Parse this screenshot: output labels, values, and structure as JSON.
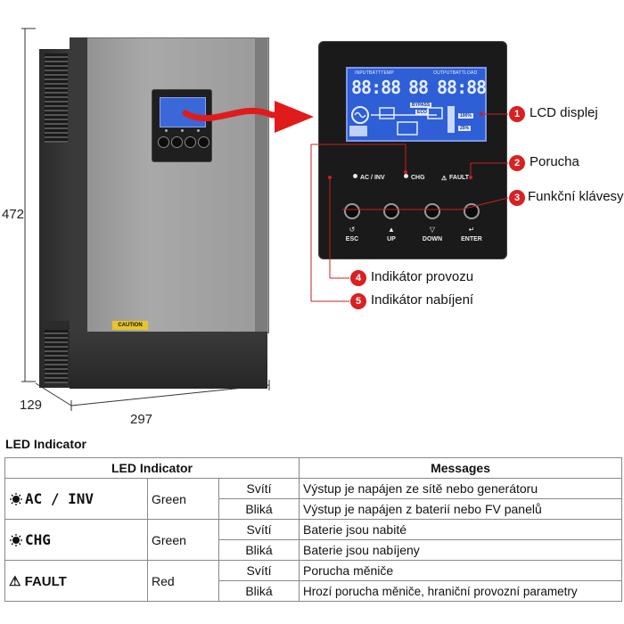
{
  "dimensions": {
    "height": "472",
    "depth": "129",
    "width": "297"
  },
  "device": {
    "caution_label": "CAUTION"
  },
  "lcd": {
    "header_left": "INPUTBATTTEMP",
    "header_right": "OUTPUTBATTLOAD",
    "digits_left": "88:88",
    "digits_mid": "88",
    "digits_right": "88:88",
    "tag_bypass": "BYPASS",
    "tag_eco": "ECO",
    "tag_percent_top": "100%",
    "tag_percent_bottom": "25%"
  },
  "panel": {
    "led_ac_inv": "AC / INV",
    "led_chg": "CHG",
    "led_fault": "FAULT",
    "keys": [
      {
        "symbol": "↺",
        "label": "ESC"
      },
      {
        "symbol": "▲",
        "label": "UP"
      },
      {
        "symbol": "▽",
        "label": "DOWN"
      },
      {
        "symbol": "↵",
        "label": "ENTER"
      }
    ]
  },
  "callouts": [
    {
      "num": "1",
      "text": "LCD displej"
    },
    {
      "num": "2",
      "text": "Porucha"
    },
    {
      "num": "3",
      "text": "Funkční klávesy"
    },
    {
      "num": "4",
      "text": "Indikátor provozu"
    },
    {
      "num": "5",
      "text": "Indikátor nabíjení"
    }
  ],
  "table": {
    "section_title": "LED Indicator",
    "header_indicator": "LED Indicator",
    "header_messages": "Messages",
    "rows": [
      {
        "indicator": "AC / INV",
        "color": "Green",
        "states": [
          {
            "state": "Svítí",
            "message": "Výstup je napájen ze sítě nebo generátoru"
          },
          {
            "state": "Bliká",
            "message": "Výstup je napájen z baterií nebo FV panelů"
          }
        ]
      },
      {
        "indicator": "CHG",
        "color": "Green",
        "states": [
          {
            "state": "Svítí",
            "message": "Baterie jsou nabité"
          },
          {
            "state": "Bliká",
            "message": "Baterie jsou nabíjeny"
          }
        ]
      },
      {
        "indicator": "FAULT",
        "color": "Red",
        "states": [
          {
            "state": "Svítí",
            "message": "Porucha měniče"
          },
          {
            "state": "Bliká",
            "message": "Hrozí porucha měniče, hraniční provozní parametry"
          }
        ]
      }
    ]
  },
  "colors": {
    "accent": "#d92121",
    "lcd_blue": "#2f5fd6"
  }
}
